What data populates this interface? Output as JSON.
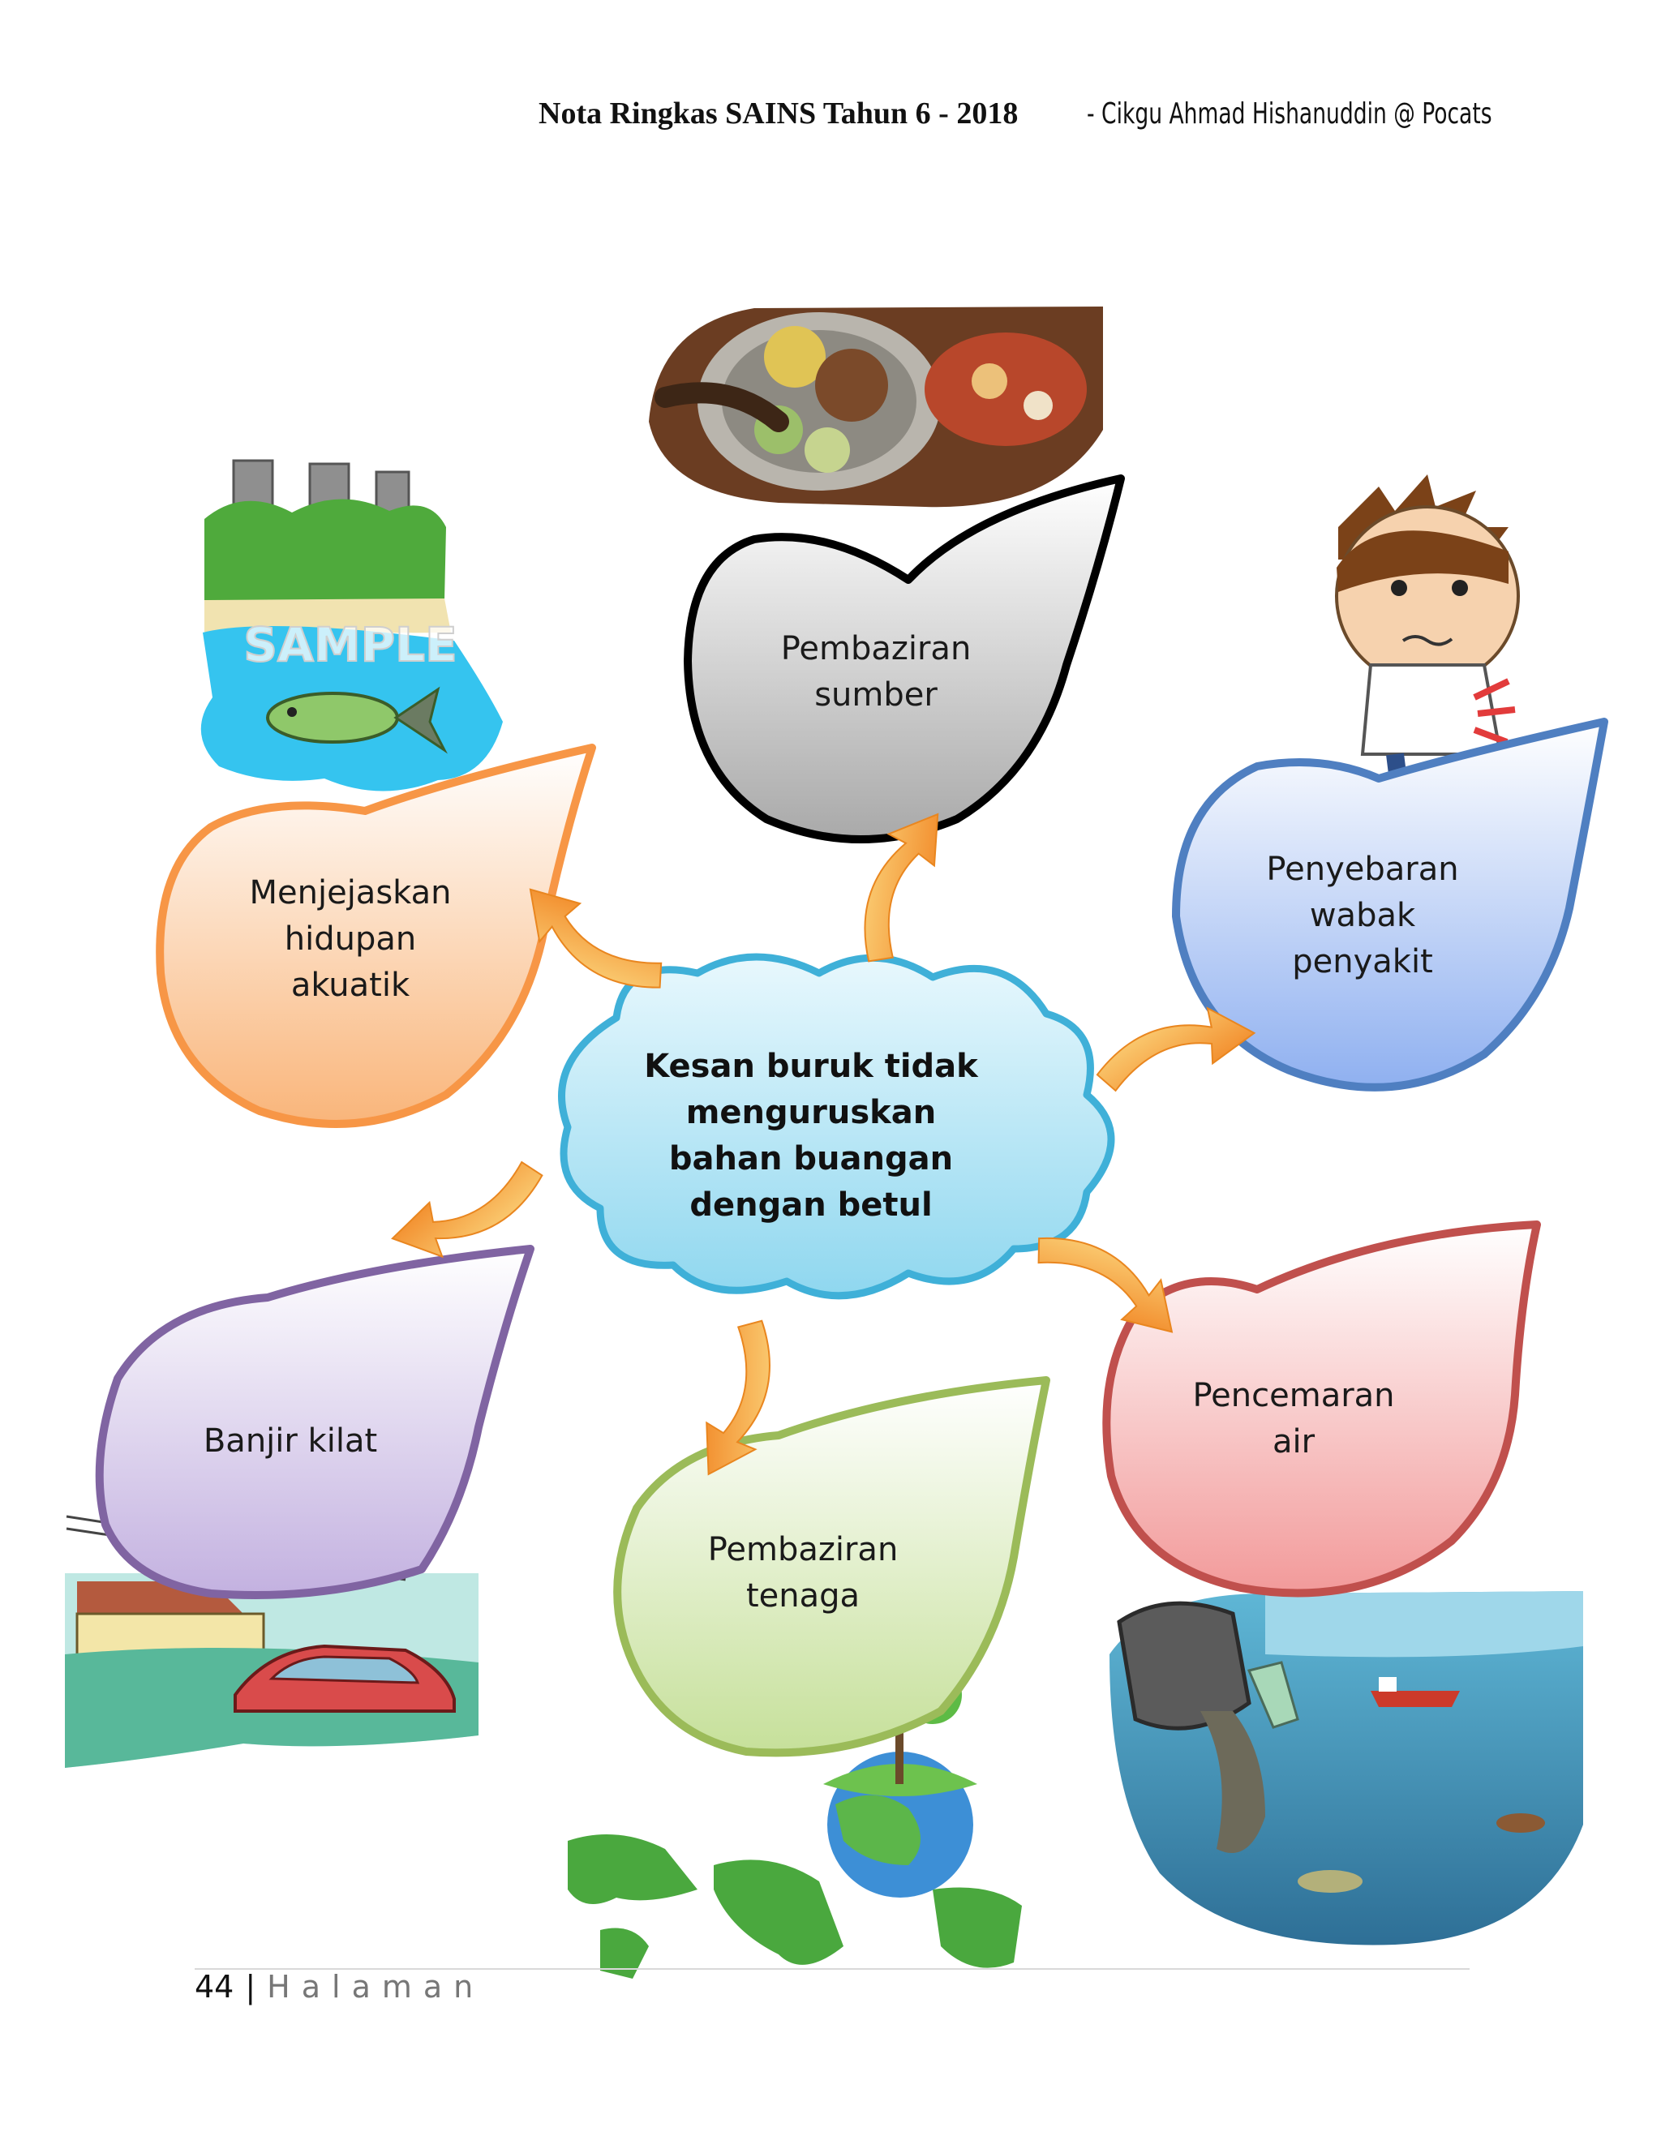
{
  "header": {
    "title": "Nota Ringkas SAINS Tahun 6 - 2018",
    "author": "- Cikgu Ahmad Hishanuddin @ Pocats"
  },
  "center": {
    "line1": "Kesan buruk tidak",
    "line2": "menguruskan",
    "line3": "bahan buangan",
    "line4": "dengan betul"
  },
  "effects": {
    "sumber": {
      "line1": "Pembaziran",
      "line2": "sumber",
      "color": "#000000"
    },
    "wabak": {
      "line1": "Penyebaran",
      "line2": "wabak",
      "line3": "penyakit",
      "color": "#4f7fc1"
    },
    "pencemaran": {
      "line1": "Pencemaran",
      "line2": "air",
      "color": "#c0504d"
    },
    "tenaga": {
      "line1": "Pembaziran",
      "line2": "tenaga",
      "color": "#9bbb59"
    },
    "banjir": {
      "line1": "Banjir kilat",
      "color": "#8064a2"
    },
    "akuatik": {
      "line1": "Menjejaskan",
      "line2": "hidupan",
      "line3": "akuatik",
      "color": "#f79646"
    }
  },
  "illustrations": {
    "factory_watermark": "SAMPLE"
  },
  "footer": {
    "page_number": "44",
    "separator": "|",
    "page_word": "Halaman"
  }
}
